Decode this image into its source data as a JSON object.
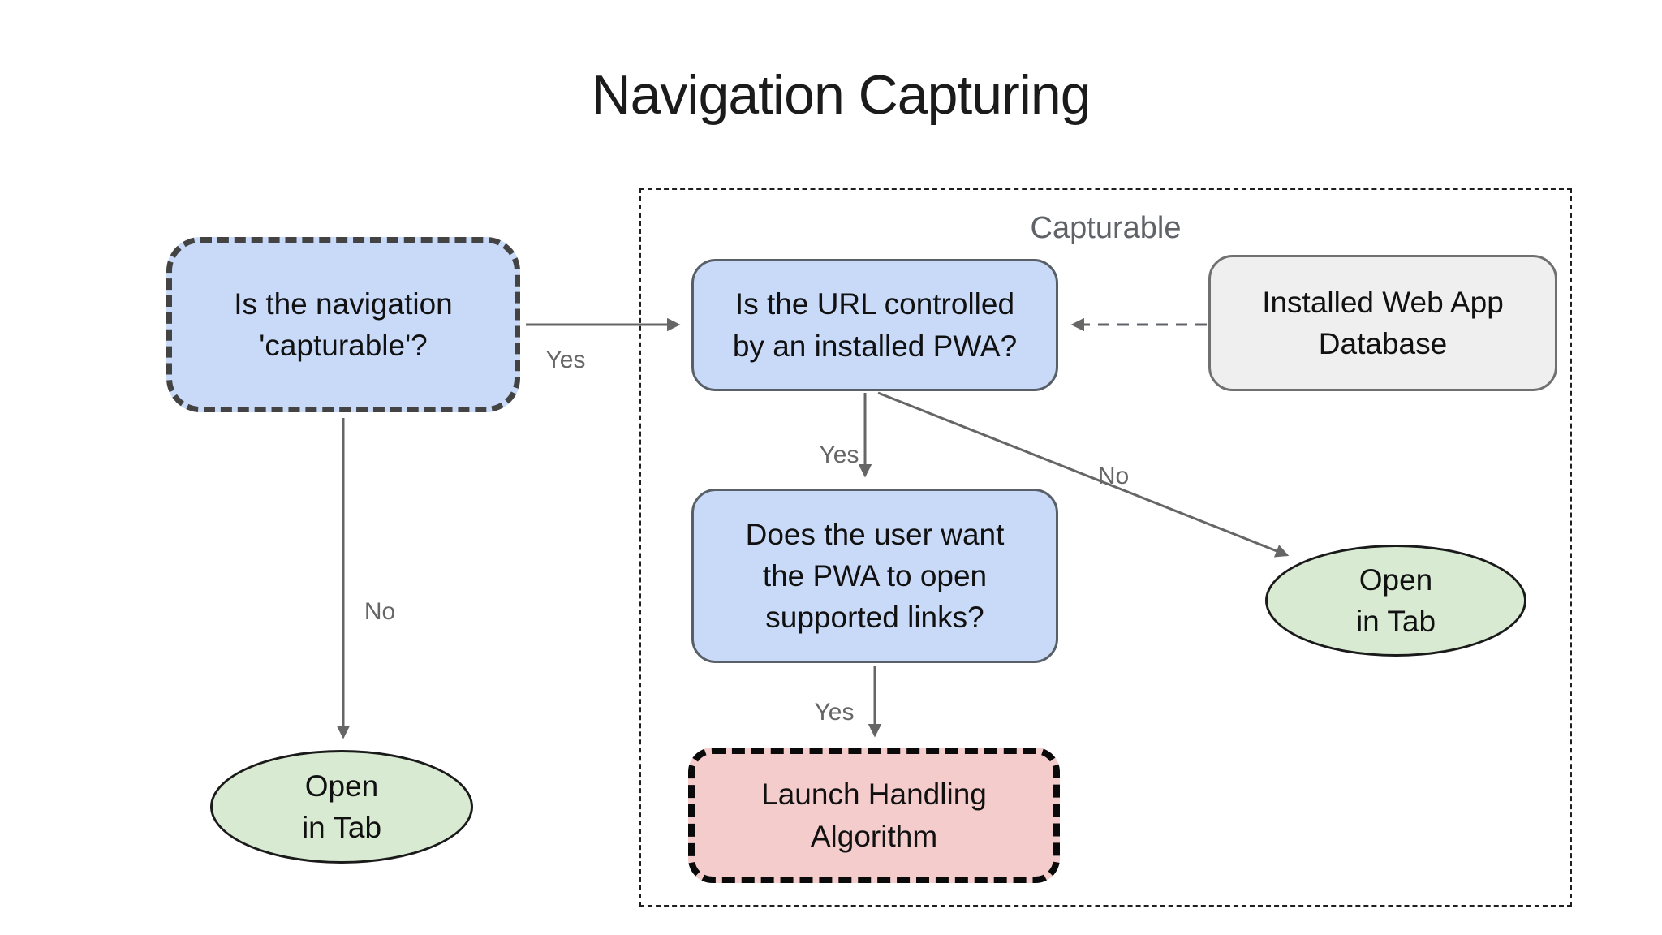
{
  "title": "Navigation Capturing",
  "group": {
    "label": "Capturable"
  },
  "nodes": {
    "capturable_question": {
      "text": "Is the navigation\n'capturable'?"
    },
    "url_controlled": {
      "text": "Is the URL controlled\nby an installed PWA?"
    },
    "installed_db": {
      "text": "Installed Web App\nDatabase"
    },
    "user_want": {
      "text": "Does the user want\nthe PWA to open\nsupported links?"
    },
    "launch_handling": {
      "text": "Launch Handling\nAlgorithm"
    },
    "open_tab_left": {
      "text": "Open\nin Tab"
    },
    "open_tab_right": {
      "text": "Open\nin Tab"
    }
  },
  "edges": {
    "capturable_yes": "Yes",
    "capturable_no": "No",
    "url_yes": "Yes",
    "url_no": "No",
    "user_want_yes": "Yes"
  },
  "palette": {
    "decision_fill": "#c9daf8",
    "terminal_fill": "#d9ead3",
    "algorithm_fill": "#f4cccc",
    "database_fill": "#efefef",
    "dashed_border": "#434343",
    "arrow_gray": "#666666",
    "label_gray": "#5f6368",
    "background": "#ffffff"
  }
}
